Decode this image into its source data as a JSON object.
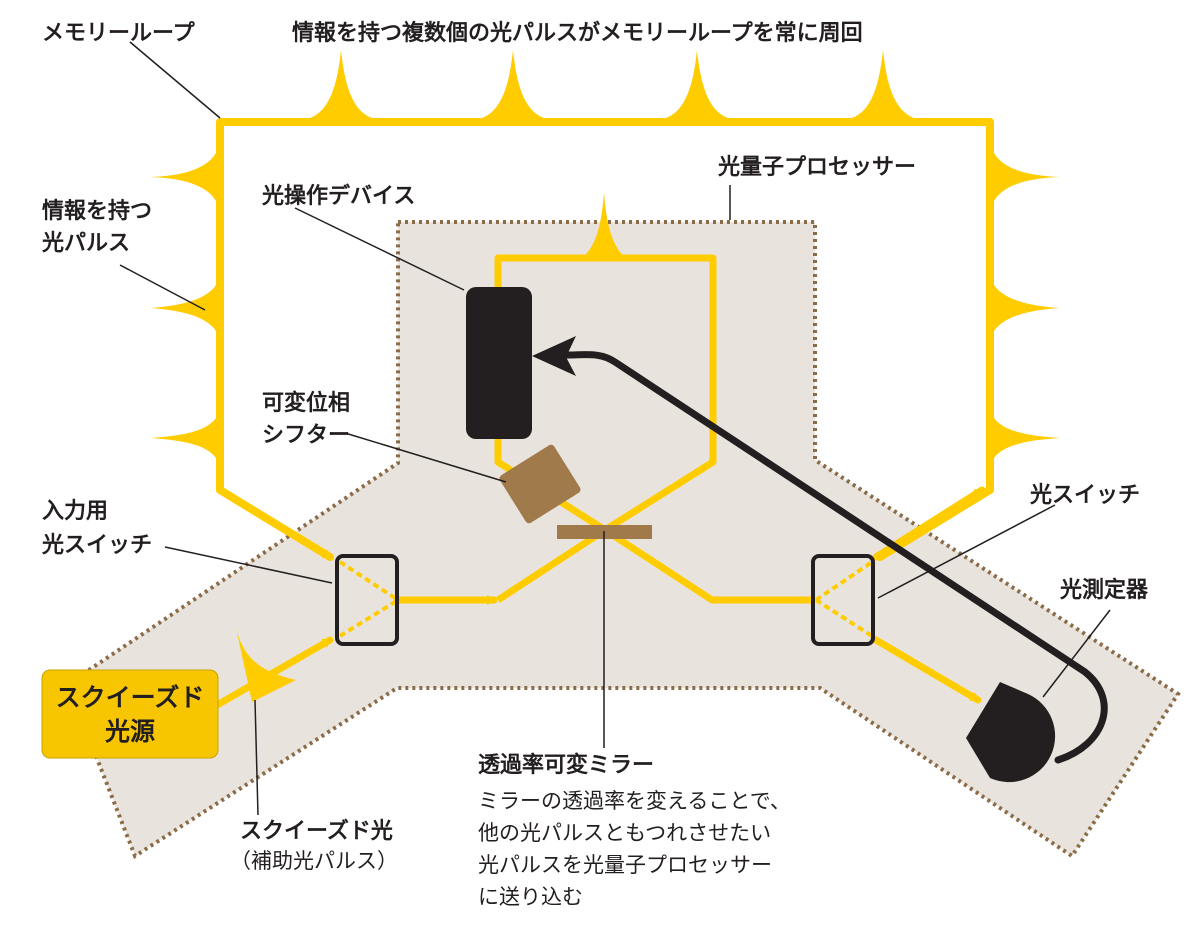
{
  "labels": {
    "memory_loop": "メモリーループ",
    "top_caption": "情報を持つ複数個の光パルスがメモリーループを常に周回",
    "pulse_line1": "情報を持つ",
    "pulse_line2": "光パルス",
    "processor": "光量子プロセッサー",
    "device": "光操作デバイス",
    "phase_line1": "可変位相",
    "phase_line2": "シフター",
    "input_line1": "入力用",
    "input_line2": "光スイッチ",
    "switch": "光スイッチ",
    "detector": "光測定器",
    "source_line1": "スクイーズド",
    "source_line2": "光源",
    "squeezed_line1": "スクイーズド光",
    "squeezed_line2": "（補助光パルス）",
    "mirror_title": "透過率可変ミラー",
    "mirror_desc1": "ミラーの透過率を変えることで、",
    "mirror_desc2": "他の光パルスともつれさせたい",
    "mirror_desc3": "光パルスを光量子プロセッサー",
    "mirror_desc4": "に送り込む"
  },
  "colors": {
    "yellow": "#ffcc00",
    "source_box": "#f7c600",
    "processor_fill": "#e8e4dd",
    "processor_border": "#8c6b48",
    "phase_shifter": "#a07a4b",
    "mirror": "#a07a4b",
    "dark": "#231f20"
  }
}
